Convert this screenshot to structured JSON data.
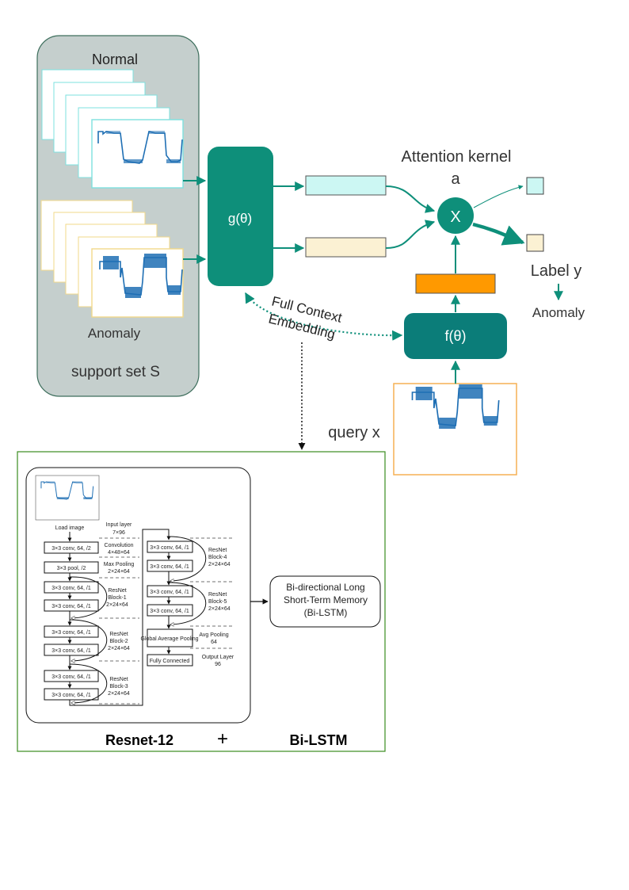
{
  "top": {
    "support_label": "support set S",
    "normal_label": "Normal",
    "anomaly_label": "Anomaly",
    "g_label": "g(θ)",
    "f_label": "f(θ)",
    "attention_label": "Attention kernel",
    "attention_sub": "a",
    "op_label": "X",
    "label_y": "Label y",
    "label_y_value": "Anomaly",
    "fce_line1": "Full Context",
    "fce_line2": "Embedding",
    "query_label": "query x"
  },
  "colors": {
    "teal": "#0e8f7a",
    "teal_dark": "#0b6e66",
    "support_bg": "#c5cfcd",
    "cyan_fill": "#ccf7f3",
    "cream_fill": "#fbf1d3",
    "orange": "#ff9900",
    "query_border": "#f5b054",
    "inset_border": "#3a8c1f",
    "signal": "#1f6fb4"
  },
  "inset": {
    "load_image": "Load image",
    "layers_left": [
      "3×3 conv, 64, /2",
      "3×3 pool, /2",
      "3×3 conv, 64, /1",
      "3×3 conv, 64, /1",
      "3×3 conv, 64, /1",
      "3×3 conv, 64, /1",
      "3×3 conv, 64, /1",
      "3×3 conv, 64, /1"
    ],
    "layers_right": [
      "3×3 conv, 64, /1",
      "3×3 conv, 64, /1",
      "3×3 conv, 64, /1",
      "3×3 conv, 64, /1",
      "Global Average Pooling",
      "Fully Connected"
    ],
    "annot_input": [
      "Input layer",
      "7×96"
    ],
    "annot_conv": [
      "Convolution",
      "4×48×64"
    ],
    "annot_pool": [
      "Max Pooling",
      "2×24×64"
    ],
    "annot_res1": [
      "ResNet",
      "Block-1",
      "2×24×64"
    ],
    "annot_res2": [
      "ResNet",
      "Block-2",
      "2×24×64"
    ],
    "annot_res3": [
      "ResNet",
      "Block-3",
      "2×24×64"
    ],
    "annot_res4": [
      "ResNet",
      "Block-4",
      "2×24×64"
    ],
    "annot_res5": [
      "ResNet",
      "Block-5",
      "2×24×64"
    ],
    "annot_avg": [
      "Avg Pooling",
      "64"
    ],
    "annot_out": [
      "Output Layer",
      "96"
    ],
    "bilstm_box": [
      "Bi-directional Long",
      "Short-Term Memory",
      "(Bi-LSTM)"
    ],
    "caption_left": "Resnet-12",
    "caption_plus": "+",
    "caption_right": "Bi-LSTM"
  }
}
